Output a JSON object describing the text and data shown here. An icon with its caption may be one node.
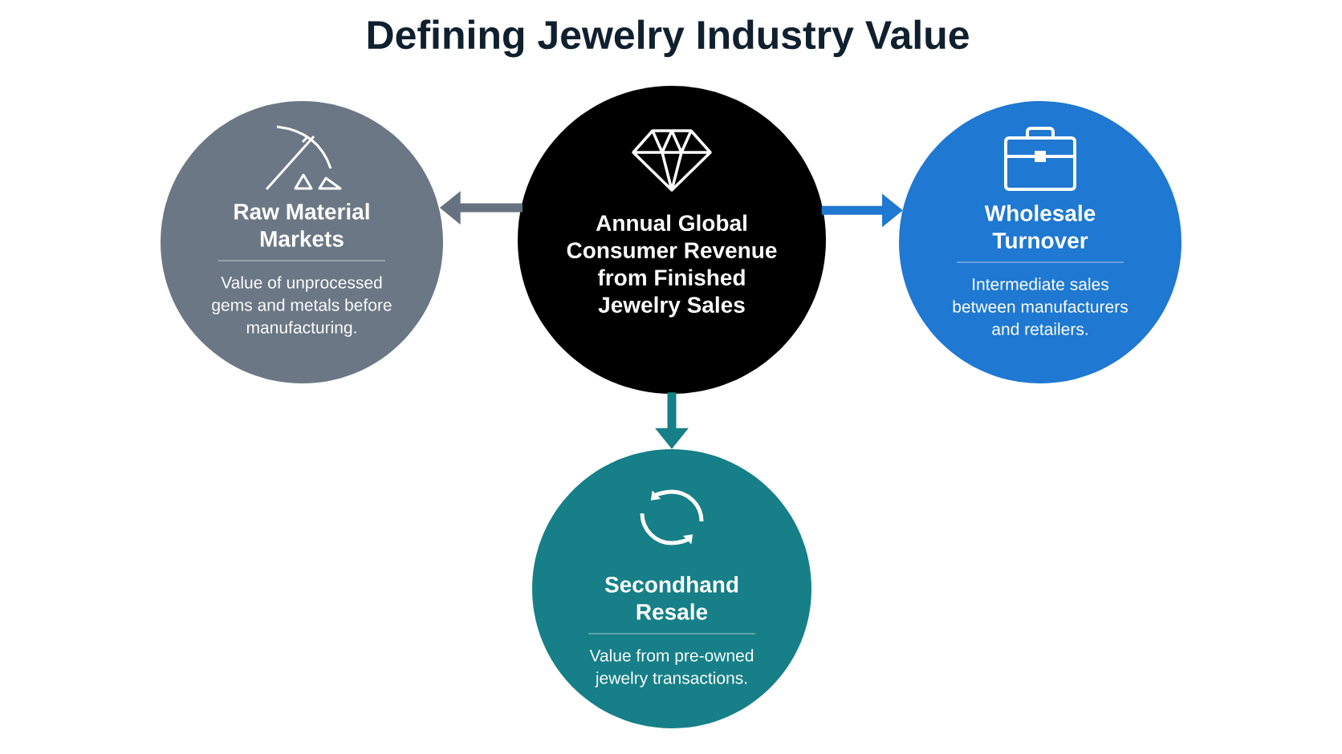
{
  "diagram": {
    "title": "Defining Jewelry Industry Value",
    "nodes": [
      {
        "text": [
          "Raw Material Markets",
          "Value of unprocessed gems and metals before manufacturing."
        ]
      },
      {
        "text": [
          "Annual Global Consumer Revenue from Finished Jewelry Sales"
        ]
      },
      {
        "text": [
          "Wholesale Turnover",
          "Intermediate sales between manufacturers and retailers."
        ]
      },
      {
        "text": [
          "Secondhand Resale",
          "Value from pre-owned jewelry transactions."
        ]
      }
    ],
    "edges": [
      {
        "from": 1,
        "to": 0,
        "arrow": "to",
        "color": "#66727f"
      },
      {
        "from": 1,
        "to": 2,
        "arrow": "to",
        "color": "#1f78d1"
      },
      {
        "from": 1,
        "to": 3,
        "arrow": "to",
        "color": "#167f87"
      }
    ]
  }
}
